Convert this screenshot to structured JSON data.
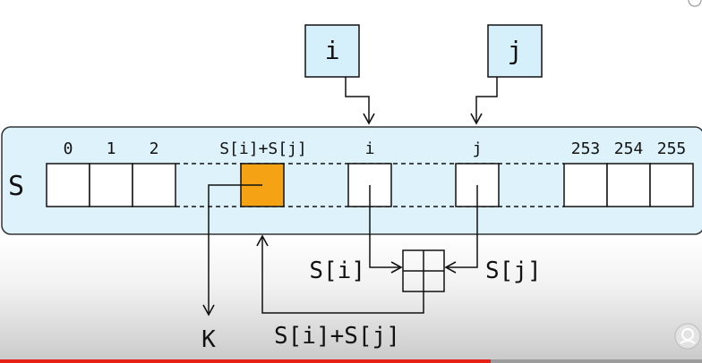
{
  "array_name": "S",
  "output_label": "K",
  "pointer_boxes": {
    "i": "i",
    "j": "j"
  },
  "indices": {
    "i0": "0",
    "i1": "1",
    "i2": "2",
    "sum": "S[i]+S[j]",
    "i": "i",
    "j": "j",
    "i253": "253",
    "i254": "254",
    "i255": "255"
  },
  "adder": {
    "left_input": "S[i]",
    "right_input": "S[j]",
    "output": "S[i]+S[j]"
  },
  "colors": {
    "array_panel": "#ddf2fa",
    "pointer_box": "#d6f0fb",
    "highlight_cell": "#f5a314",
    "stroke": "#111111",
    "progress_played": "#e62117"
  }
}
